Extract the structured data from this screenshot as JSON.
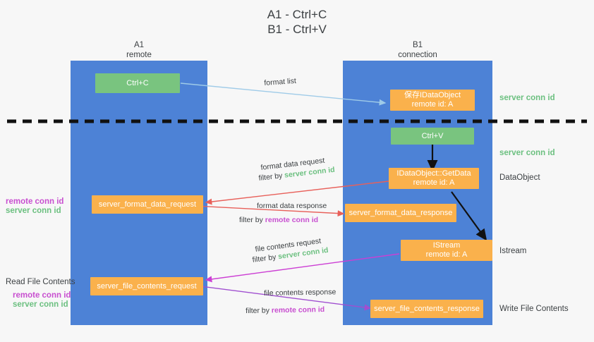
{
  "title": {
    "line1": "A1 - Ctrl+C",
    "line2": "B1 - Ctrl+V"
  },
  "colors": {
    "lane": "#4d82d6",
    "orange": "#fab14c",
    "green_box": "#79c47f",
    "server_conn_green": "#6cc080",
    "remote_conn_magenta": "#c84fd0",
    "background": "#f7f7f7",
    "arrow_lightblue": "#9fcbe8",
    "arrow_red": "#e8605a",
    "arrow_magenta": "#cc3fd4",
    "arrow_purple": "#a04fd0",
    "arrow_black": "#111111"
  },
  "columns": [
    {
      "name": "A1",
      "sub": "remote"
    },
    {
      "name": "B1",
      "sub": "connection"
    }
  ],
  "boxes": {
    "ctrl_c": {
      "line1": "Ctrl+C",
      "line2": ""
    },
    "save_dataobj": {
      "line1": "保存IDataObject",
      "line2": "remote id: A"
    },
    "ctrl_v": {
      "line1": "Ctrl+V",
      "line2": ""
    },
    "getdata": {
      "line1": "IDataObject::GetData",
      "line2": "remote id: A"
    },
    "fmt_req": {
      "line1": "server_format_data_request",
      "line2": ""
    },
    "fmt_res": {
      "line1": "server_format_data_response",
      "line2": ""
    },
    "istream": {
      "line1": "IStream",
      "line2": "remote id: A"
    },
    "file_req": {
      "line1": "server_file_contents_request",
      "line2": ""
    },
    "file_res": {
      "line1": "server_file_contents_response",
      "line2": ""
    }
  },
  "right_labels": {
    "server_conn_id_1": "server conn id",
    "server_conn_id_2": "server conn id",
    "dataobject": "DataObject",
    "istream": "Istream",
    "write_file_contents": "Write File Contents"
  },
  "left_labels": {
    "remote_conn_id_1": "remote conn id",
    "server_conn_id_1": "server conn id",
    "read_file_contents": "Read File Contents",
    "remote_conn_id_2": "remote conn id",
    "server_conn_id_2": "server conn id"
  },
  "edge_labels": {
    "format_list": "format list",
    "format_data_request": "format data request",
    "format_data_request_filter_pre": "filter by ",
    "format_data_request_filter_val": "server conn id",
    "format_data_response": "format data response",
    "format_data_response_filter_pre": "filter by ",
    "format_data_response_filter_val": "remote conn id",
    "file_contents_request": "file contents request",
    "file_contents_request_filter_pre": "filter by ",
    "file_contents_request_filter_val": "server conn id",
    "file_contents_response": "file contents response",
    "file_contents_response_filter_pre": "filter by ",
    "file_contents_response_filter_val": "remote conn id"
  }
}
